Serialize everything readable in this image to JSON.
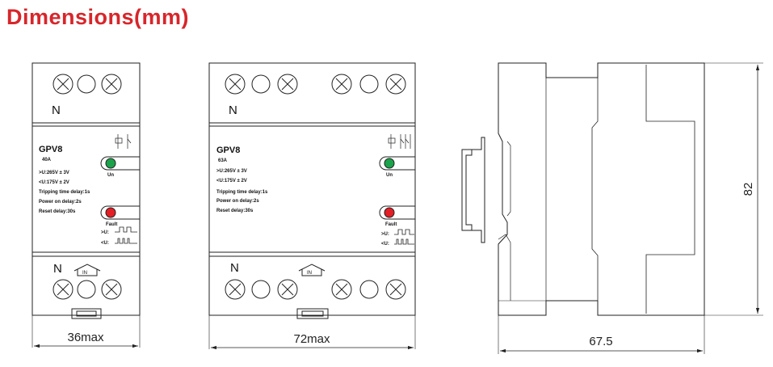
{
  "title": "Dimensions(mm)",
  "colors": {
    "title": "#d7262b",
    "led_green": "#1aa34a",
    "led_red": "#e31e24"
  },
  "module_small": {
    "top_label": "N",
    "model": "GPV8",
    "rating": "40A",
    "spec_lines": [
      ">U:265V ± 3V",
      "<U:175V ± 2V",
      "Tripping time delay:1s",
      "Power  on delay:2s",
      "Reset delay:30s"
    ],
    "led_green_label": "Un",
    "led_red_label": "Fault",
    "wave_over": ">U:",
    "wave_under": "<U:",
    "bottom_label": "N",
    "in_label": "IN",
    "width_dim": "36max"
  },
  "module_large": {
    "top_label": "N",
    "model": "GPV8",
    "rating": "63A",
    "spec_lines": [
      ">U:265V ± 3V",
      "<U:175V ± 2V",
      "Tripping time delay:1s",
      "Power  on delay:2s",
      "Reset delay:30s"
    ],
    "led_green_label": "Un",
    "led_red_label": "Fault",
    "wave_over": ">U:",
    "wave_under": "<U:",
    "bottom_label": "N",
    "in_label": "IN",
    "width_dim": "72max"
  },
  "side_view": {
    "height_dim": "82",
    "depth_dim": "67.5"
  }
}
